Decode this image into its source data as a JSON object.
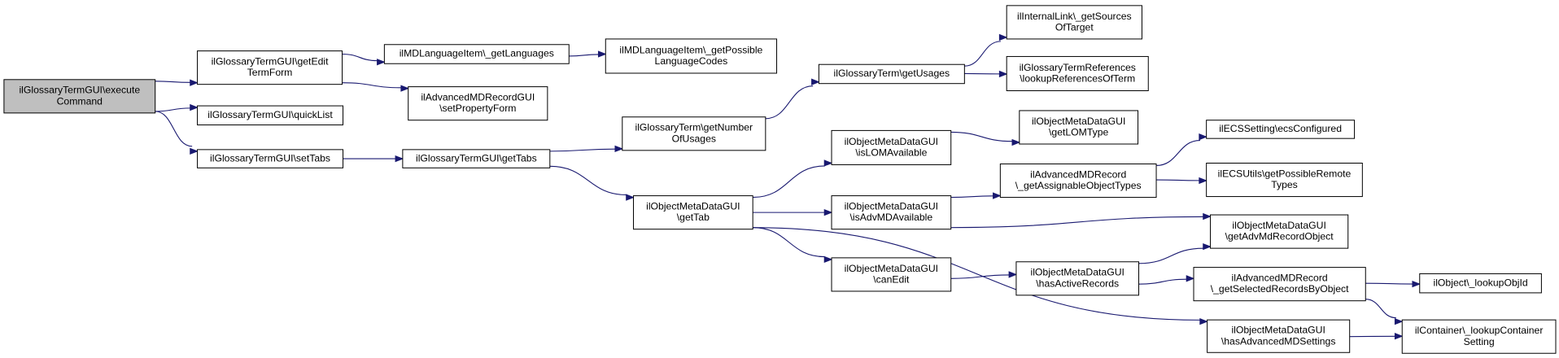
{
  "nodes": [
    {
      "id": "n0",
      "root": true,
      "lines": [
        "ilGlossaryTermGUI\\execute",
        "Command"
      ]
    },
    {
      "id": "n1",
      "lines": [
        "ilGlossaryTermGUI\\getEdit",
        "TermForm"
      ]
    },
    {
      "id": "n2",
      "lines": [
        "ilGlossaryTermGUI\\quickList"
      ]
    },
    {
      "id": "n3",
      "lines": [
        "ilGlossaryTermGUI\\setTabs"
      ]
    },
    {
      "id": "n4",
      "lines": [
        "ilMDLanguageItem\\_getLanguages"
      ]
    },
    {
      "id": "n5",
      "lines": [
        "ilAdvancedMDRecordGUI",
        "\\setPropertyForm"
      ]
    },
    {
      "id": "n6",
      "lines": [
        "ilMDLanguageItem\\_getPossible",
        "LanguageCodes"
      ]
    },
    {
      "id": "n7",
      "lines": [
        "ilGlossaryTermGUI\\getTabs"
      ]
    },
    {
      "id": "n8",
      "lines": [
        "ilGlossaryTerm\\getNumber",
        "OfUsages"
      ]
    },
    {
      "id": "n9",
      "lines": [
        "ilObjectMetaDataGUI",
        "\\getTab"
      ]
    },
    {
      "id": "n10",
      "lines": [
        "ilGlossaryTerm\\getUsages"
      ]
    },
    {
      "id": "n11",
      "lines": [
        "ilInternalLink\\_getSources",
        "OfTarget"
      ]
    },
    {
      "id": "n12",
      "lines": [
        "ilGlossaryTermReferences",
        "\\lookupReferencesOfTerm"
      ]
    },
    {
      "id": "n13",
      "lines": [
        "ilObjectMetaDataGUI",
        "\\isLOMAvailable"
      ]
    },
    {
      "id": "n14",
      "lines": [
        "ilObjectMetaDataGUI",
        "\\isAdvMDAvailable"
      ]
    },
    {
      "id": "n15",
      "lines": [
        "ilObjectMetaDataGUI",
        "\\canEdit"
      ]
    },
    {
      "id": "n16",
      "lines": [
        "ilObjectMetaDataGUI",
        "\\hasAdvancedMDSettings"
      ]
    },
    {
      "id": "n17",
      "lines": [
        "ilObjectMetaDataGUI",
        "\\getLOMType"
      ]
    },
    {
      "id": "n18",
      "lines": [
        "ilAdvancedMDRecord",
        "\\_getAssignableObjectTypes"
      ]
    },
    {
      "id": "n19",
      "lines": [
        "ilObjectMetaDataGUI",
        "\\hasActiveRecords"
      ]
    },
    {
      "id": "n20",
      "lines": [
        "ilECSSetting\\ecsConfigured"
      ]
    },
    {
      "id": "n21",
      "lines": [
        "ilECSUtils\\getPossibleRemote",
        "Types"
      ]
    },
    {
      "id": "n22",
      "lines": [
        "ilObjectMetaDataGUI",
        "\\getAdvMdRecordObject"
      ]
    },
    {
      "id": "n23",
      "lines": [
        "ilAdvancedMDRecord",
        "\\_getSelectedRecordsByObject"
      ]
    },
    {
      "id": "n24",
      "lines": [
        "ilObject\\_lookupObjId"
      ]
    },
    {
      "id": "n25",
      "lines": [
        "ilContainer\\_lookupContainer",
        "Setting"
      ]
    }
  ],
  "edges": [
    [
      "n0",
      "n1"
    ],
    [
      "n0",
      "n2"
    ],
    [
      "n0",
      "n3"
    ],
    [
      "n1",
      "n4"
    ],
    [
      "n1",
      "n5"
    ],
    [
      "n4",
      "n6"
    ],
    [
      "n3",
      "n7"
    ],
    [
      "n7",
      "n8"
    ],
    [
      "n7",
      "n9"
    ],
    [
      "n8",
      "n10"
    ],
    [
      "n10",
      "n11"
    ],
    [
      "n10",
      "n12"
    ],
    [
      "n9",
      "n13"
    ],
    [
      "n9",
      "n14"
    ],
    [
      "n9",
      "n15"
    ],
    [
      "n9",
      "n16"
    ],
    [
      "n13",
      "n17"
    ],
    [
      "n14",
      "n18"
    ],
    [
      "n14",
      "n22"
    ],
    [
      "n18",
      "n20"
    ],
    [
      "n18",
      "n21"
    ],
    [
      "n15",
      "n19"
    ],
    [
      "n19",
      "n22"
    ],
    [
      "n19",
      "n23"
    ],
    [
      "n23",
      "n24"
    ],
    [
      "n23",
      "n25"
    ],
    [
      "n16",
      "n25"
    ]
  ]
}
